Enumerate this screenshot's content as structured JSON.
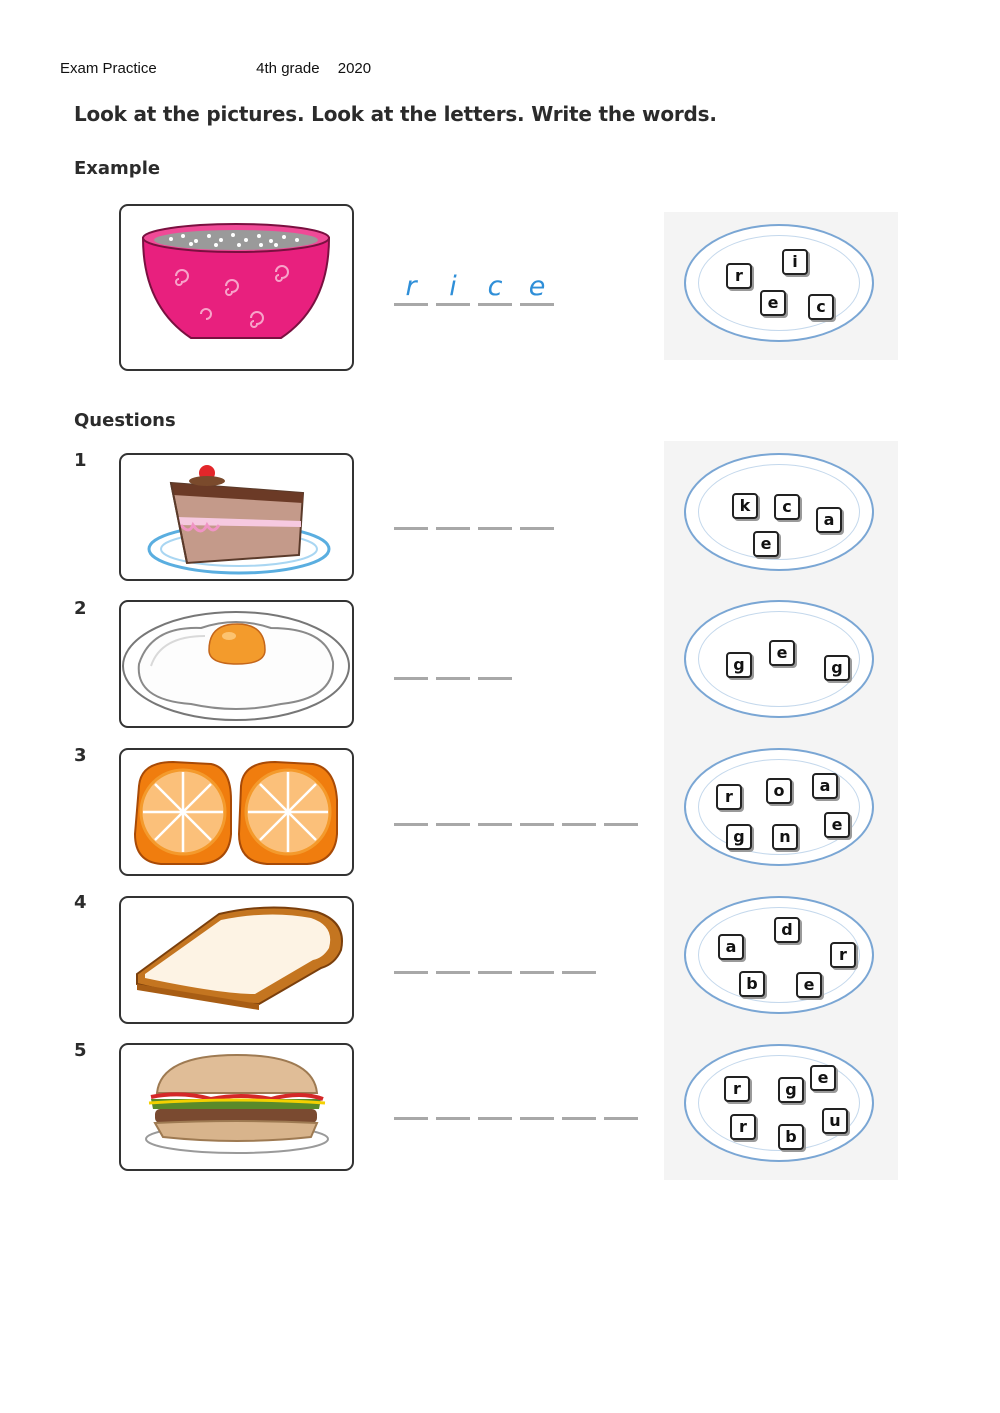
{
  "header": {
    "title": "Exam Practice",
    "grade": "4th grade",
    "year": "2020"
  },
  "instruction": "Look at the pictures. Look at the letters. Write the words.",
  "sections": {
    "example_label": "Example",
    "questions_label": "Questions"
  },
  "example": {
    "picture": "rice-bowl-icon",
    "answer_letters": [
      "r",
      "i",
      "c",
      "e"
    ],
    "blank_count": 4,
    "plate_letters": [
      "r",
      "i",
      "e",
      "c"
    ]
  },
  "questions": [
    {
      "number": "1",
      "picture": "cake-icon",
      "blank_count": 4,
      "plate_letters": [
        "k",
        "c",
        "a",
        "e"
      ]
    },
    {
      "number": "2",
      "picture": "fried-egg-icon",
      "blank_count": 3,
      "plate_letters": [
        "g",
        "e",
        "g"
      ]
    },
    {
      "number": "3",
      "picture": "orange-icon",
      "blank_count": 6,
      "plate_letters": [
        "r",
        "o",
        "a",
        "g",
        "n",
        "e"
      ]
    },
    {
      "number": "4",
      "picture": "bread-icon",
      "blank_count": 5,
      "plate_letters": [
        "a",
        "d",
        "r",
        "b",
        "e"
      ]
    },
    {
      "number": "5",
      "picture": "burger-icon",
      "blank_count": 6,
      "plate_letters": [
        "r",
        "g",
        "e",
        "r",
        "b",
        "u"
      ]
    }
  ],
  "colors": {
    "answer_letter": "#2f8fd8",
    "plate_rim": "#7aa6d4",
    "blank_line": "#a8a8a8"
  }
}
